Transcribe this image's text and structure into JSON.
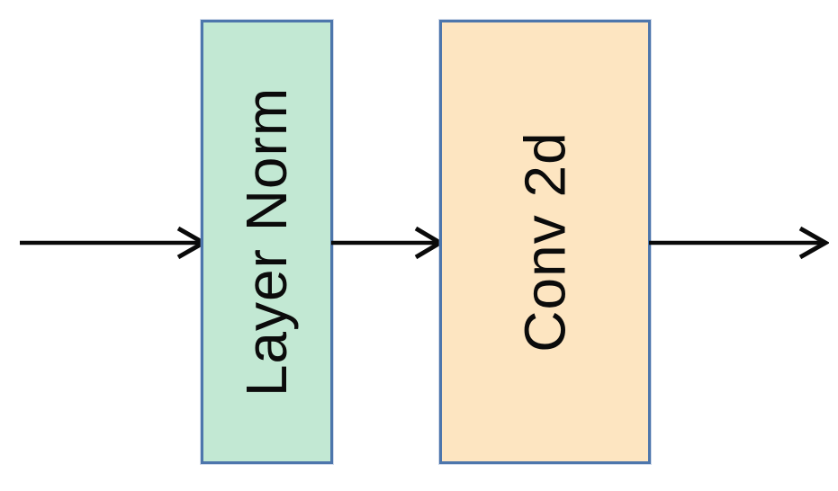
{
  "diagram": {
    "title": "",
    "flow_direction": "left-to-right",
    "nodes": [
      {
        "id": "layer-norm",
        "label": "Layer Norm",
        "fill": "#c2e8d3",
        "border": "#4d76ac",
        "text_color": "#0b0b0b",
        "text_rotation_deg": -90
      },
      {
        "id": "conv-2d",
        "label": "Conv 2d",
        "fill": "#fde5c1",
        "border": "#4d76ac",
        "text_color": "#0b0b0b",
        "text_rotation_deg": -90
      }
    ],
    "arrows": [
      {
        "id": "input-arrow",
        "from": "input",
        "to": "layer-norm",
        "color": "#0a0a0a"
      },
      {
        "id": "connector-arrow",
        "from": "layer-norm",
        "to": "conv-2d",
        "color": "#0a0a0a"
      },
      {
        "id": "output-arrow",
        "from": "conv-2d",
        "to": "output",
        "color": "#0a0a0a"
      }
    ],
    "colors": {
      "background": "#ffffff",
      "node_border": "#4d76ac",
      "arrow": "#0a0a0a"
    }
  }
}
